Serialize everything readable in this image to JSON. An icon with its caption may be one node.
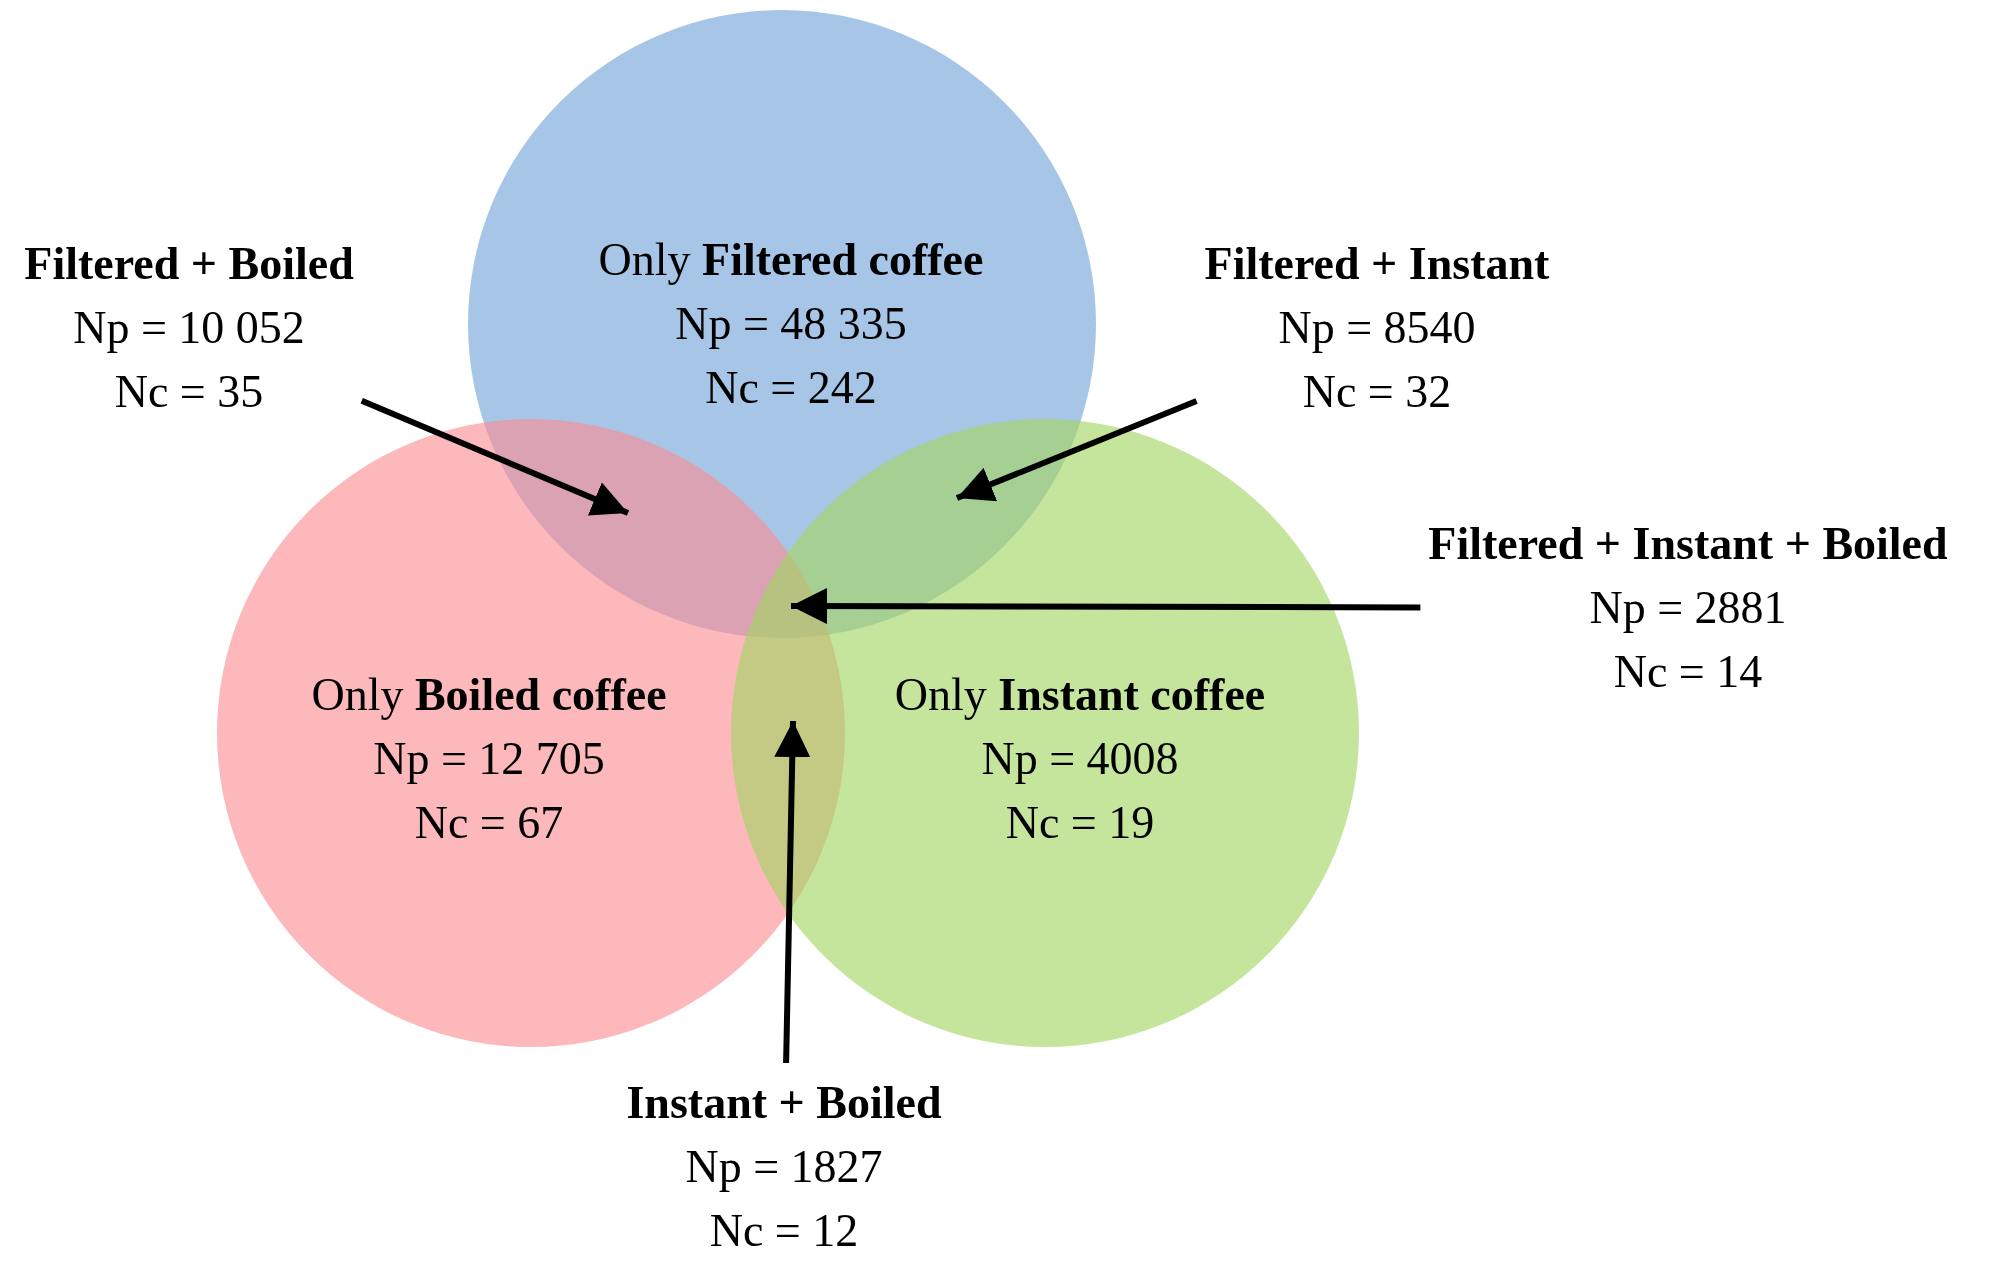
{
  "diagram": {
    "nodes": [
      {
        "text": [
          "Only **Filtered coffee**",
          "Np = 48 335",
          "Nc = 242"
        ]
      },
      {
        "text": [
          "Only **Boiled coffee**",
          "Np = 12 705",
          "Nc = 67"
        ]
      },
      {
        "text": [
          "Only **Instant coffee**",
          "Np = 4008",
          "Nc = 19"
        ]
      },
      {
        "text": [
          "Filtered + Boiled",
          "Np = 10 052",
          "Nc = 35"
        ]
      },
      {
        "text": [
          "Filtered + Instant",
          "Np = 8540",
          "Nc = 32"
        ]
      },
      {
        "text": [
          "Filtered + Instant + Boiled",
          "Np = 2881",
          "Nc = 14"
        ]
      },
      {
        "text": [
          "Instant + Boiled",
          "Np = 1827",
          "Nc = 12"
        ]
      }
    ],
    "edges": [
      {
        "from": 3,
        "to": 0,
        "arrow": "to"
      },
      {
        "from": 4,
        "to": 0,
        "arrow": "to"
      },
      {
        "from": 5,
        "to": 0,
        "arrow": "to"
      },
      {
        "from": 6,
        "to": 1,
        "arrow": "to"
      }
    ]
  }
}
